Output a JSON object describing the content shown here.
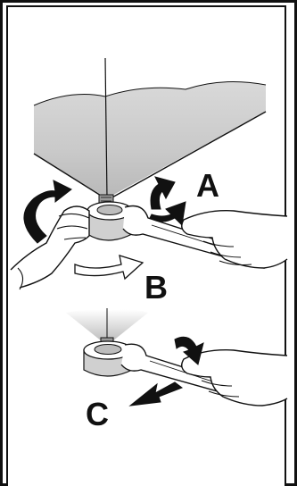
{
  "figure": {
    "labels": {
      "a": "A",
      "b": "B",
      "c": "C"
    },
    "colors": {
      "ink": "#111111",
      "shade": "#c8c8c8",
      "light_shade": "#e3e3e3",
      "paper": "#ffffff"
    }
  }
}
